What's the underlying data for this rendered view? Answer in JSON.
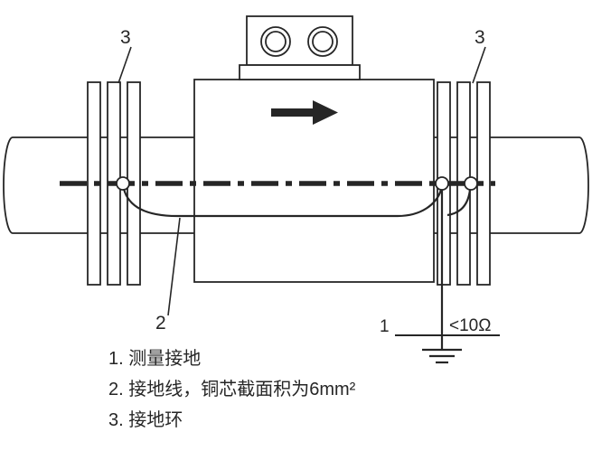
{
  "colors": {
    "ink": "#262626",
    "background": "#ffffff"
  },
  "callouts": {
    "grounding_ring_left": "3",
    "grounding_ring_right": "3",
    "grounding_wire": "2",
    "measurement_ground": "1",
    "resistance": "<10Ω"
  },
  "legend": {
    "items": [
      {
        "text": "1. 测量接地"
      },
      {
        "text": "2. 接地线，铜芯截面积为6mm²"
      },
      {
        "text": "3. 接地环"
      }
    ]
  }
}
